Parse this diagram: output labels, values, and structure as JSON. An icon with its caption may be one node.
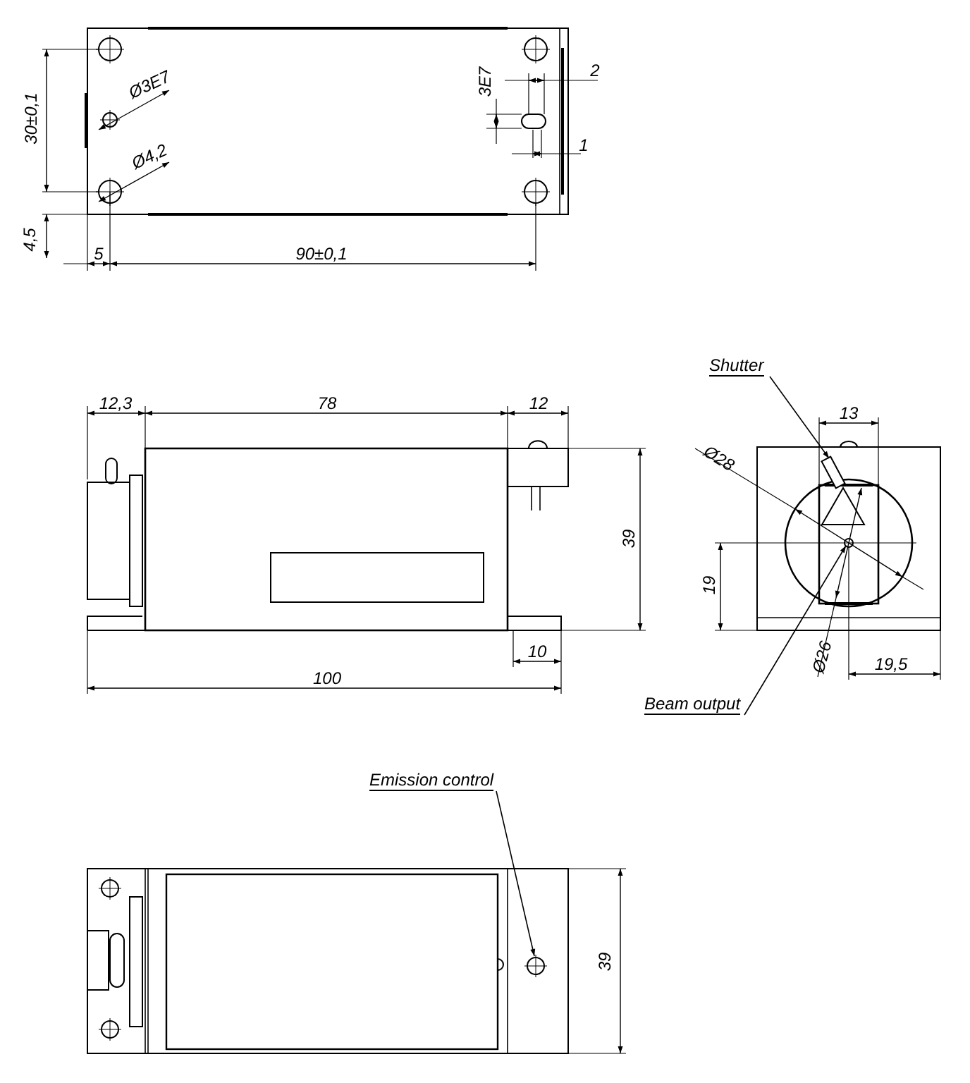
{
  "diagram": {
    "nodes": [
      {
        "text": [
          "Shutter"
        ]
      },
      {
        "text": [],
        "shape": "box"
      },
      {
        "text": [
          "Beam output"
        ]
      },
      {
        "text": [],
        "shape": "circle"
      },
      {
        "text": [
          "Emission control"
        ]
      },
      {
        "text": [],
        "shape": "circle"
      }
    ],
    "edges": [
      {
        "from": 0,
        "to": 1,
        "arrow": "to"
      },
      {
        "from": 2,
        "to": 3,
        "arrow": "to"
      },
      {
        "from": 4,
        "to": 5,
        "arrow": "to"
      }
    ],
    "labels": [
      "30±0,1",
      "Ø3E7",
      "3E7",
      "2",
      "Ø4,2",
      "1",
      "4,5",
      "5",
      "90±0,1",
      "12,3",
      "78",
      "12",
      "13",
      "Ø28",
      "39",
      "19",
      "10",
      "100",
      "Ø26",
      "19,5",
      "39"
    ]
  }
}
